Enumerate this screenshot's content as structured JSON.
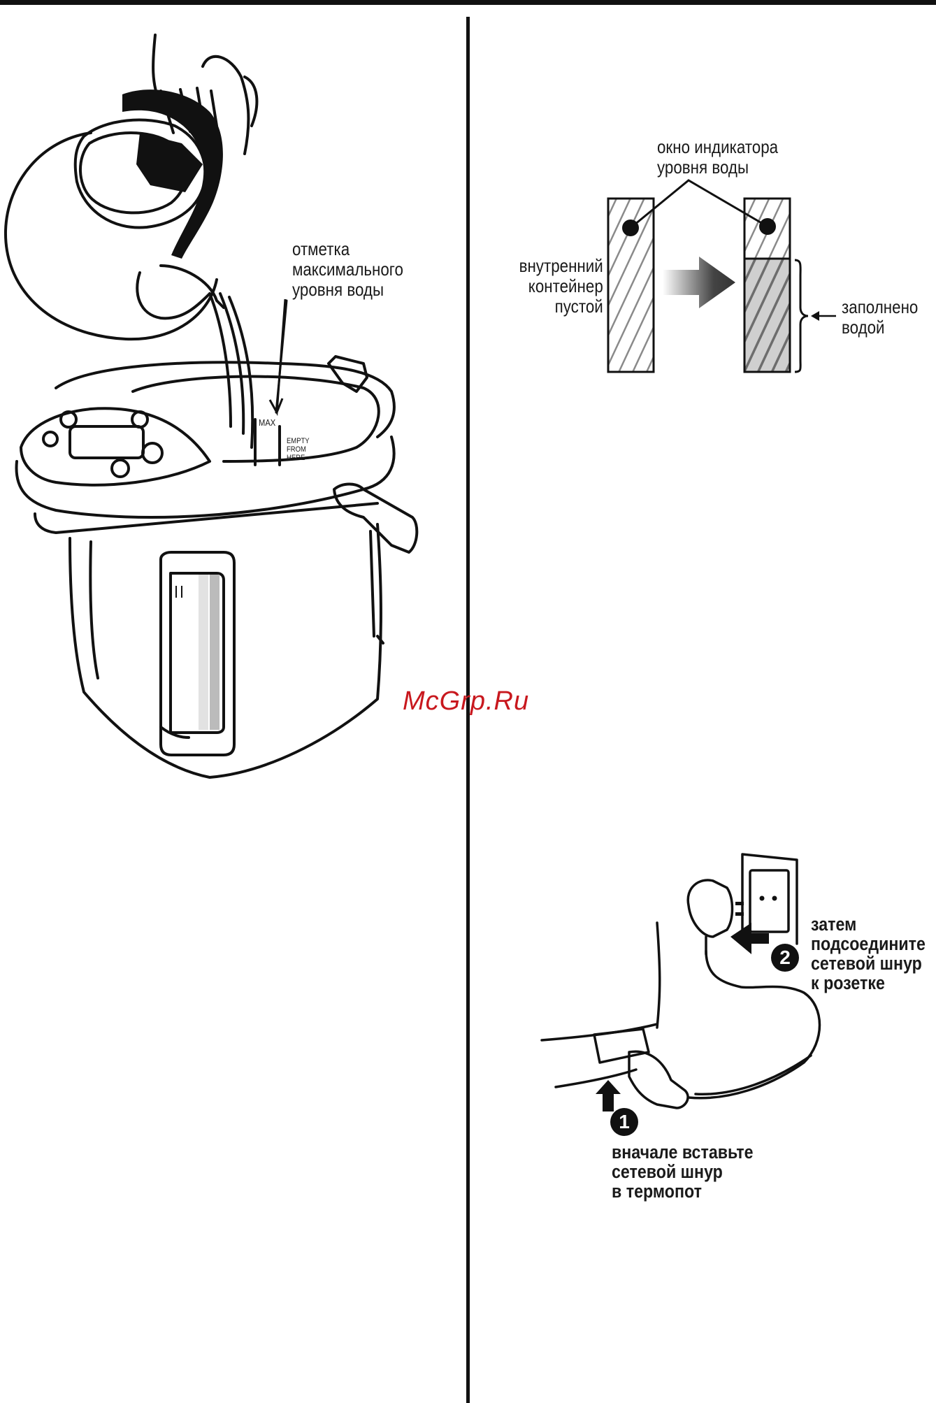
{
  "labels": {
    "max_mark": "отметка\nмаксимального\nуровня воды",
    "indicator_window": "окно индикатора\nуровня воды",
    "inner_empty": "внутренний\nконтейнер\nпустой",
    "filled": "заполнено\nводой",
    "step2": "затем\nподсоедините\nсетевой шнур\nк розетке",
    "step1": "вначале вставьте\nсетевой шнур\nв термопот"
  },
  "pot_marks": {
    "max": "MAX",
    "empty": "EMPTY\nFROM\nHERE"
  },
  "step_numbers": {
    "one": "1",
    "two": "2"
  },
  "watermark": "McGrp.Ru",
  "colors": {
    "ink": "#111111",
    "watermark": "#c8181e",
    "hatch": "#8a8a8a",
    "fill": "#cfcfcf"
  }
}
